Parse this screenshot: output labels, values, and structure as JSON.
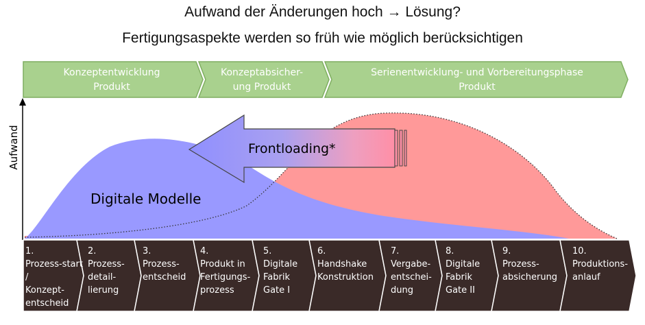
{
  "title": {
    "line1": "Aufwand der Änderungen hoch → Lösung?",
    "line2": "Fertigungsaspekte werden so früh wie möglich berücksichtigen"
  },
  "phases": [
    {
      "lines": [
        "Konzeptentwicklung",
        "Produkt"
      ]
    },
    {
      "lines": [
        "Konzeptabsicher-",
        "ung Produkt"
      ]
    },
    {
      "lines": [
        "Serienentwicklung- und Vorbereitungsphase",
        "Produkt"
      ]
    }
  ],
  "axis": {
    "ylabel": "Aufwand"
  },
  "labels": {
    "digital": "Digitale Modelle",
    "frontloading": "Frontloading*"
  },
  "colors": {
    "phase_green": "#a9d18e",
    "phase_border": "#7fae61",
    "blue_area": "#9999ff",
    "red_area": "#ff9999",
    "step_dark": "#3a2a28"
  },
  "steps": [
    {
      "lines": [
        "1.",
        "Prozess-start",
        "/",
        "Konzept-",
        "entscheid"
      ]
    },
    {
      "lines": [
        "2.",
        "Prozess-",
        "detail-",
        "lierung"
      ]
    },
    {
      "lines": [
        "3.",
        "Prozess-",
        "entscheid"
      ]
    },
    {
      "lines": [
        "4.",
        "Produkt in",
        "Fertigungs-",
        "prozess"
      ]
    },
    {
      "lines": [
        "5.",
        "Digitale",
        "Fabrik",
        "Gate I"
      ]
    },
    {
      "lines": [
        "6.",
        "Handshake",
        "Konstruktion"
      ]
    },
    {
      "lines": [
        "7.",
        "Vergabe-",
        "entschei-",
        "dung"
      ]
    },
    {
      "lines": [
        "8.",
        "Digitale",
        "Fabrik",
        "Gate II"
      ]
    },
    {
      "lines": [
        "9.",
        "Prozess-",
        "absicherung"
      ]
    },
    {
      "lines": [
        "10.",
        "Produktions-",
        "anlauf"
      ]
    }
  ]
}
